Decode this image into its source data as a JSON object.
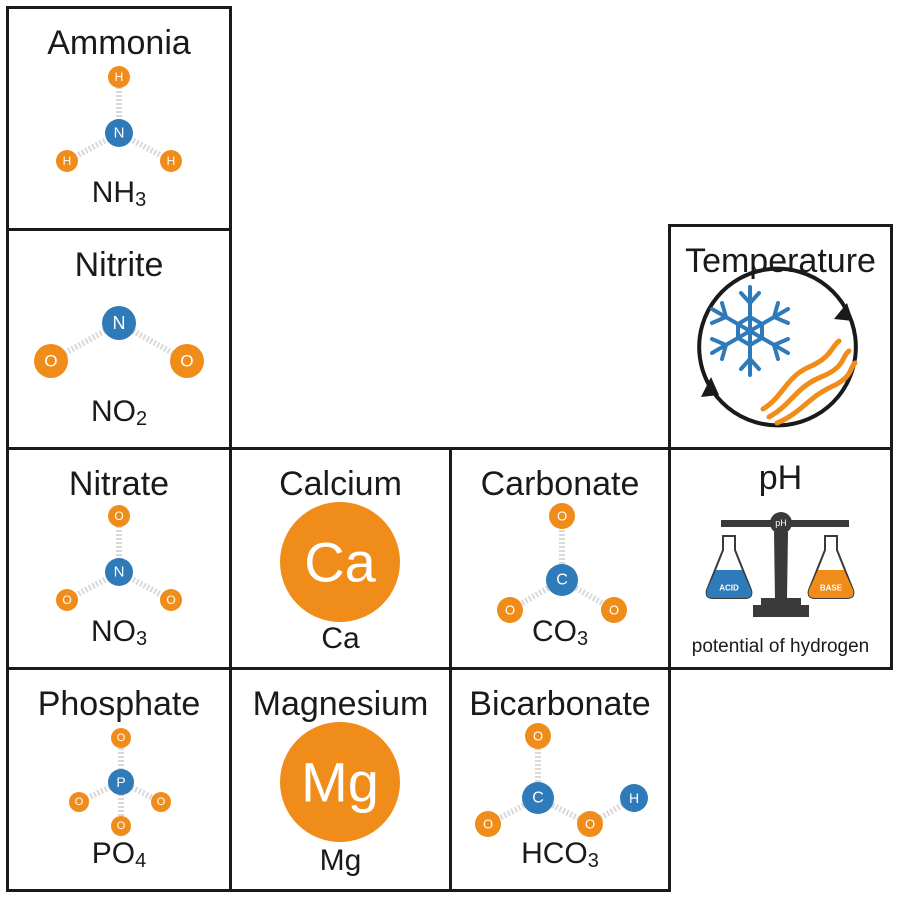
{
  "cells": {
    "ammonia": {
      "title": "Ammonia",
      "formula_main": "NH",
      "formula_sub": "3",
      "atoms": {
        "center": "N",
        "a": "H",
        "b": "H",
        "c": "H"
      }
    },
    "nitrite": {
      "title": "Nitrite",
      "formula_main": "NO",
      "formula_sub": "2",
      "atoms": {
        "center": "N",
        "a": "O",
        "b": "O"
      }
    },
    "nitrate": {
      "title": "Nitrate",
      "formula_main": "NO",
      "formula_sub": "3",
      "atoms": {
        "center": "N",
        "a": "O",
        "b": "O",
        "c": "O"
      }
    },
    "calcium": {
      "title": "Calcium",
      "symbol": "Ca",
      "formula_main": "Ca",
      "formula_sub": ""
    },
    "carbonate": {
      "title": "Carbonate",
      "formula_main": "CO",
      "formula_sub": "3",
      "atoms": {
        "center": "C",
        "a": "O",
        "b": "O",
        "c": "O"
      }
    },
    "temperature": {
      "title": "Temperature"
    },
    "ph": {
      "title": "pH",
      "scale_label": "pH",
      "acid_label": "ACID",
      "base_label": "BASE",
      "caption": "potential of hydrogen"
    },
    "phosphate": {
      "title": "Phosphate",
      "formula_main": "PO",
      "formula_sub": "4",
      "atoms": {
        "center": "P",
        "a": "O",
        "b": "O",
        "c": "O",
        "d": "O"
      }
    },
    "magnesium": {
      "title": "Magnesium",
      "symbol": "Mg",
      "formula_main": "Mg",
      "formula_sub": ""
    },
    "bicarbonate": {
      "title": "Bicarbonate",
      "formula_main": "HCO",
      "formula_sub": "3",
      "atoms": {
        "center": "C",
        "a": "O",
        "b": "O",
        "c": "O",
        "d": "H"
      }
    }
  },
  "colors": {
    "orange": "#f08c1a",
    "blue": "#2f7ab9",
    "border": "#1a1a1a",
    "scale": "#3a3a3a"
  },
  "icons": {
    "temperature": "snowflake-heat-cycle-icon",
    "ph": "balance-scale-icon"
  }
}
